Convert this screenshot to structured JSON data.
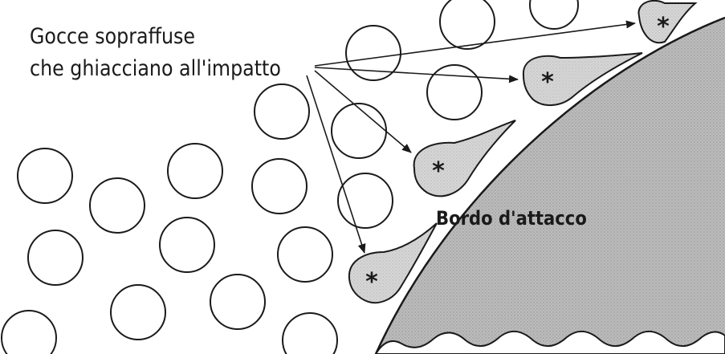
{
  "caption": {
    "line1": "Gocce sopraffuse",
    "line2": "che ghiacciano all'impatto"
  },
  "wing": {
    "label": "Bordo d'attacco",
    "fill": "#b9b9b9",
    "stroke": "#1a1a1a"
  },
  "ice_marker": "*",
  "droplet_stroke": "#1a1a1a"
}
